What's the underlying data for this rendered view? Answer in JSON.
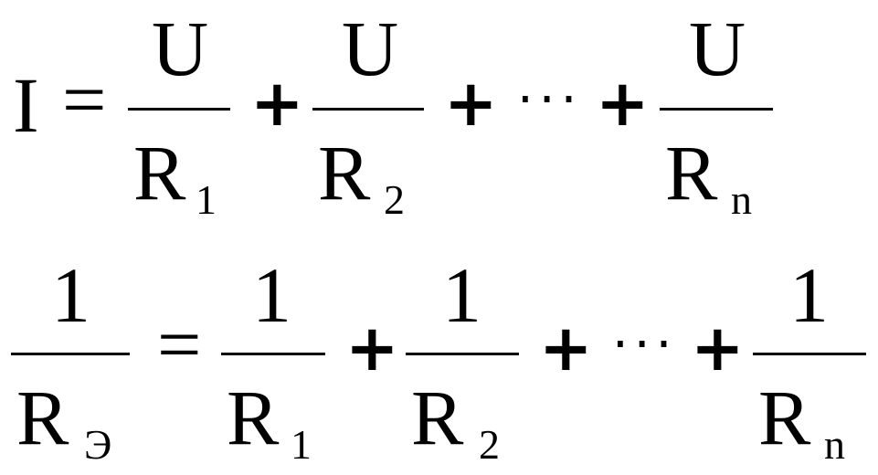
{
  "equation_1": {
    "lhs": "I",
    "equals": "=",
    "plus": "+",
    "ellipsis": "···",
    "terms": [
      {
        "num": "U",
        "den": "R",
        "sub": "1"
      },
      {
        "num": "U",
        "den": "R",
        "sub": "2"
      },
      {
        "num": "U",
        "den": "R",
        "sub": "n"
      }
    ]
  },
  "equation_2": {
    "lhs": {
      "num": "1",
      "den": "R",
      "sub": "Э"
    },
    "equals": "=",
    "plus": "+",
    "ellipsis": "···",
    "terms": [
      {
        "num": "1",
        "den": "R",
        "sub": "1"
      },
      {
        "num": "1",
        "den": "R",
        "sub": "2"
      },
      {
        "num": "1",
        "den": "R",
        "sub": "n"
      }
    ]
  }
}
